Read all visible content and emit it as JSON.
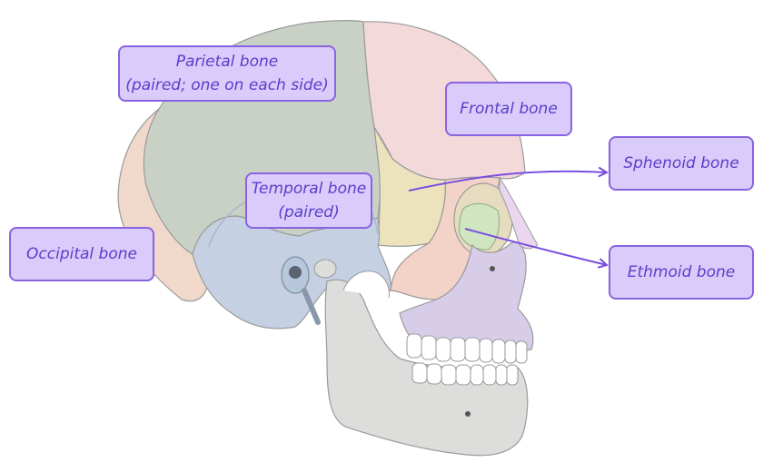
{
  "labels": {
    "parietal": {
      "line1": "Parietal bone",
      "line2": "(paired; one on each side)"
    },
    "frontal": {
      "line1": "Frontal bone"
    },
    "sphenoid": {
      "line1": "Sphenoid bone"
    },
    "temporal": {
      "line1": "Temporal bone",
      "line2": "(paired)"
    },
    "occipital": {
      "line1": "Occipital bone"
    },
    "ethmoid": {
      "line1": "Ethmoid bone"
    }
  },
  "colors": {
    "parietal": "#c9d1c7",
    "frontal": "#f3d9da",
    "sphenoid": "#ece3bd",
    "temporal": "#c5d1e3",
    "occipital": "#f0d8cb",
    "zygomatic": "#f3d2c8",
    "ethmoid": "#cfe6c0",
    "nasal_maxilla": "#d8cde9",
    "mandible": "#dddddb",
    "label_fill": "#d9ccfb",
    "label_border": "#8a63e0",
    "label_text": "#5a3ec8",
    "outline": "#9a9a9a"
  }
}
